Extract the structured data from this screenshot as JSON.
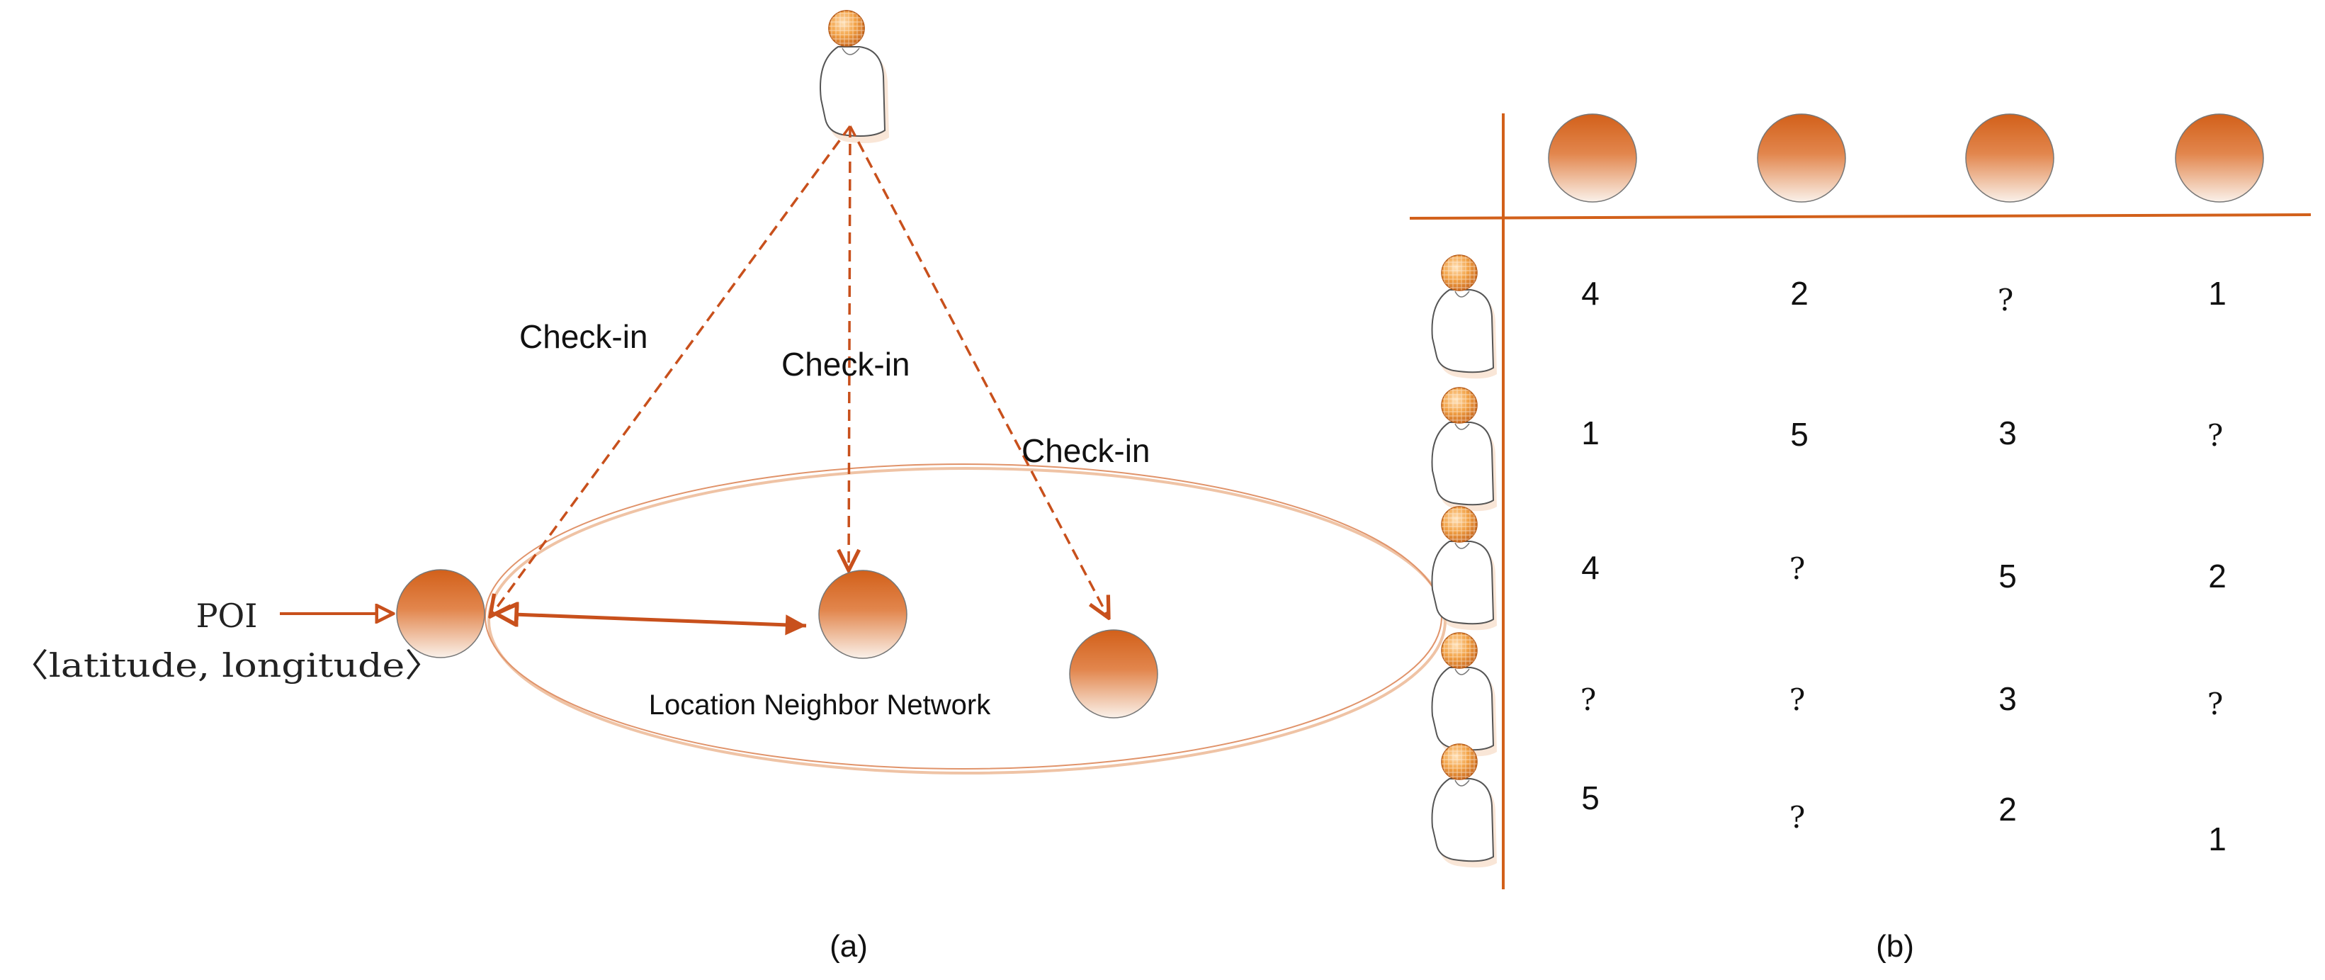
{
  "panel_a": {
    "label": "(a)",
    "checkin_labels": [
      "Check-in",
      "Check-in",
      "Check-in"
    ],
    "poi_label": "POI",
    "poi_coords": "〈latitude, longitude〉",
    "network_label": "Location Neighbor Network"
  },
  "panel_b": {
    "label": "(b)",
    "matrix": [
      [
        "4",
        "2",
        "?",
        "1"
      ],
      [
        "1",
        "5",
        "3",
        "?"
      ],
      [
        "4",
        "?",
        "5",
        "2"
      ],
      [
        "?",
        "?",
        "3",
        "?"
      ],
      [
        "5",
        "?",
        "2",
        "1"
      ]
    ]
  },
  "colors": {
    "accent": "#d2601a",
    "arrow": "#c8501c",
    "ellipse": "#e6a27a"
  }
}
